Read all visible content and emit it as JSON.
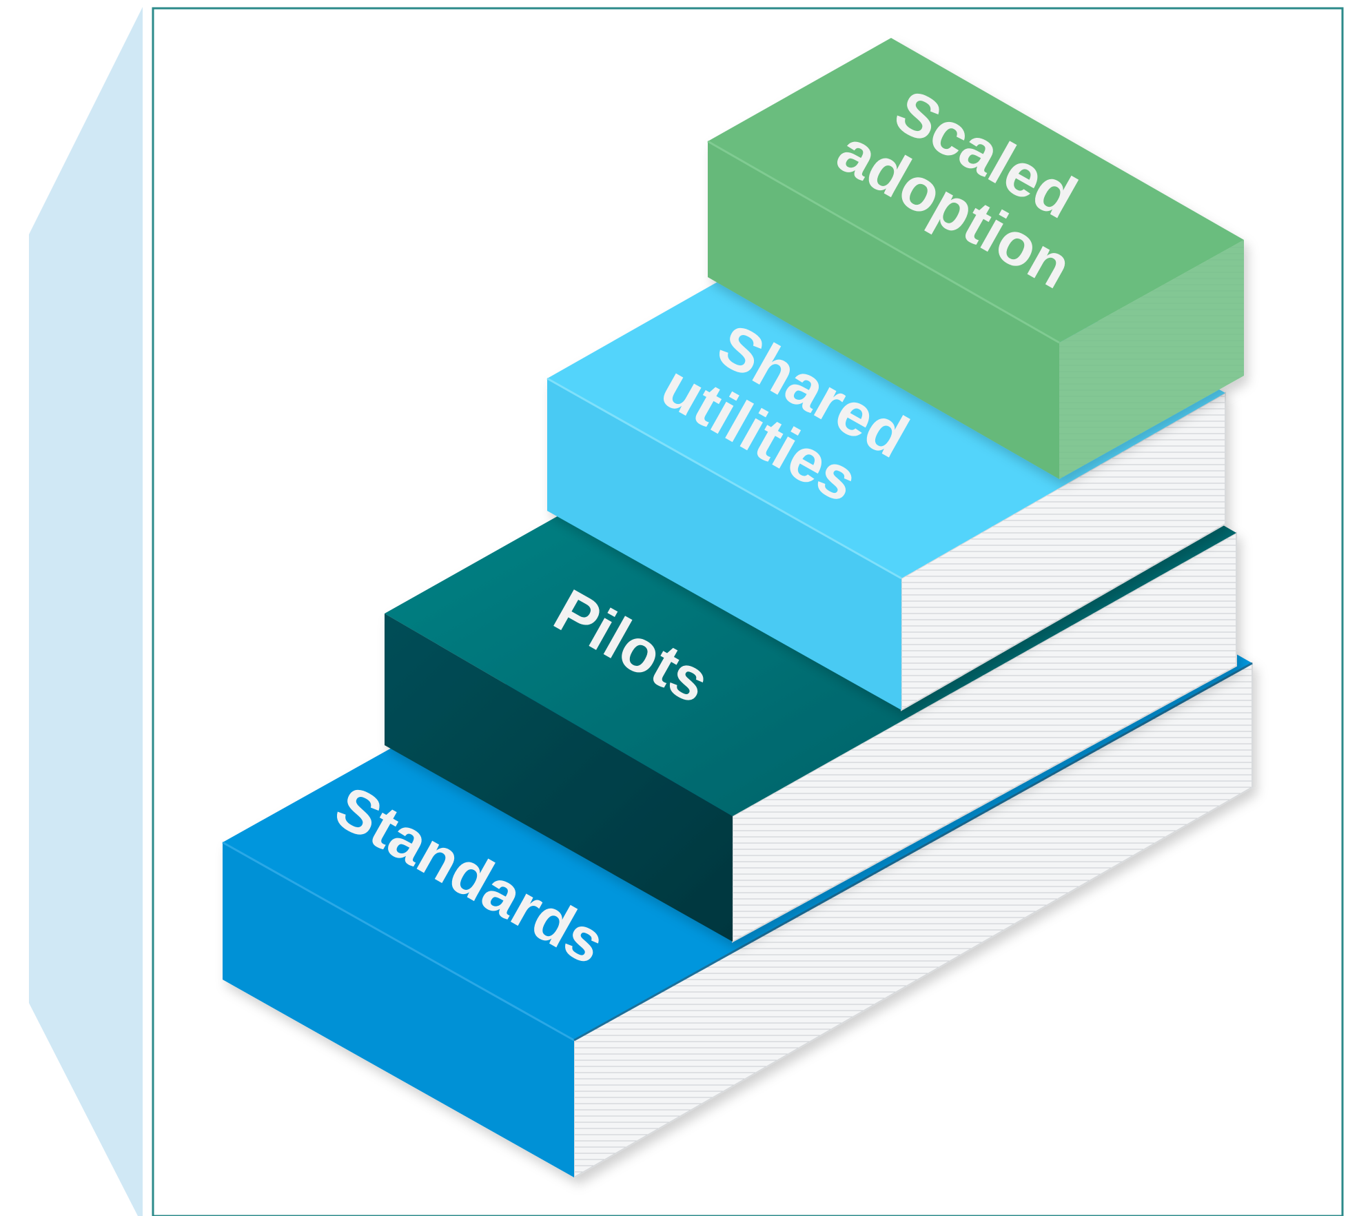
{
  "steps": [
    {
      "id": "standards",
      "label_lines": [
        "Standards"
      ]
    },
    {
      "id": "pilots",
      "label_lines": [
        "Pilots"
      ]
    },
    {
      "id": "shared-utilities",
      "label_lines": [
        "Shared",
        "utilities"
      ]
    },
    {
      "id": "scaled-adoption",
      "label_lines": [
        "Scaled",
        "adoption"
      ]
    }
  ],
  "colors": {
    "frame_border": "#2b8a8a",
    "side_panel": "#d0e8f5",
    "page_edge": "#f4f5f6",
    "page_line": "#c9ccd0",
    "text": "#f2f2f2",
    "standards_top": "#0296dd",
    "standards_front": "#0391d6",
    "pilots_top": "#047f82",
    "pilots_front": "#033f48",
    "shared_top": "#52d4fb",
    "shared_front": "#48caf3",
    "scaled_top": "#6abd7e",
    "scaled_front": "#66b97a"
  }
}
